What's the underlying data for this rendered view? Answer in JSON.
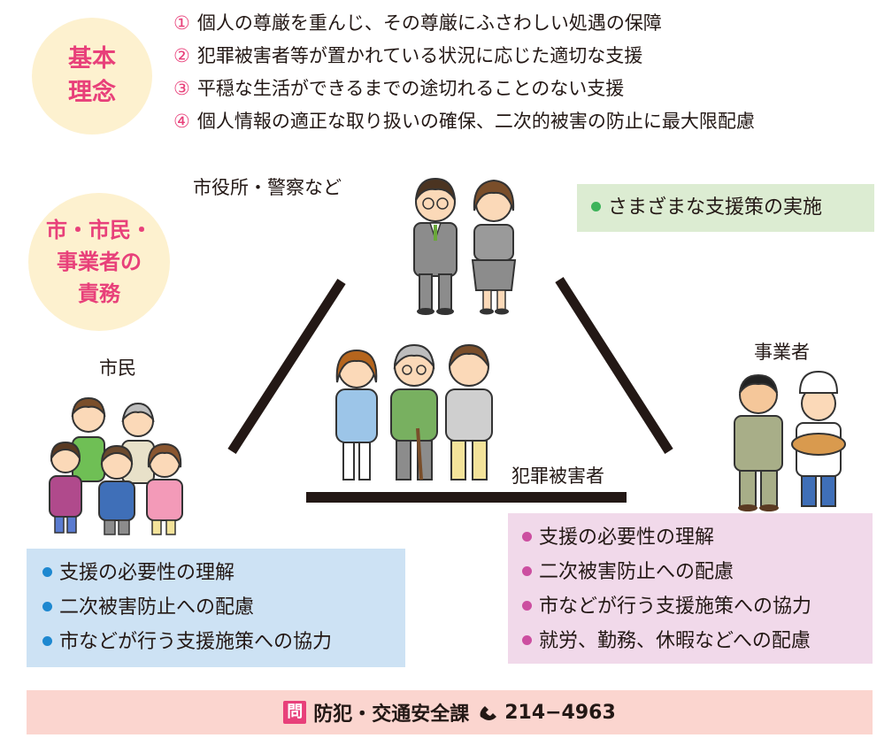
{
  "principles": {
    "circle_label_1": "基本",
    "circle_label_2": "理念",
    "items": [
      {
        "num": "①",
        "text": "個人の尊厳を重んじ、その尊厳にふさわしい処遇の保障"
      },
      {
        "num": "②",
        "text": "犯罪被害者等が置かれている状況に応じた適切な支援"
      },
      {
        "num": "③",
        "text": "平穏な生活ができるまでの途切れることのない支援"
      },
      {
        "num": "④",
        "text": "個人情報の適正な取り扱いの確保、二次的被害の防止に最大限配慮"
      }
    ]
  },
  "duties": {
    "circle_label_1": "市・市民・",
    "circle_label_2": "事業者の",
    "circle_label_3": "責務"
  },
  "city": {
    "label": "市役所・警察など",
    "items": [
      "さまざまな支援策の実施"
    ]
  },
  "victims": {
    "label": "犯罪被害者"
  },
  "citizens": {
    "label": "市民",
    "items": [
      "支援の必要性の理解",
      "二次被害防止への配慮",
      "市などが行う支援施策への協力"
    ]
  },
  "business": {
    "label": "事業者",
    "items": [
      "支援の必要性の理解",
      "二次被害防止への配慮",
      "市などが行う支援施策への協力",
      "就労、勤務、休暇などへの配慮"
    ]
  },
  "contact": {
    "badge": "問",
    "department": "防犯・交通安全課",
    "phone_icon": "phone-icon",
    "phone": "214−4963"
  },
  "colors": {
    "accent_pink": "#e8407a",
    "circle_bg": "#fdf1cf",
    "city_box": "#dcecd2",
    "citizen_box": "#cde2f4",
    "business_box": "#f1d9ea",
    "contact_bar": "#fbd5cf"
  }
}
